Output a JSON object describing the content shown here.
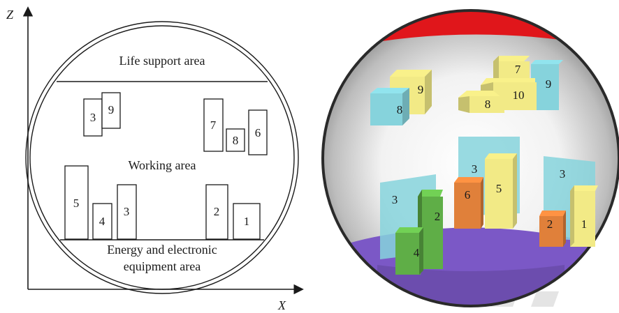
{
  "left_diagram": {
    "axis_z_label": "Z",
    "axis_x_label": "X",
    "areas": {
      "life_support": "Life support area",
      "working": "Working area",
      "energy_line1": "Energy and electronic",
      "energy_line2": "equipment area"
    },
    "boxes": [
      "3",
      "9",
      "7",
      "8",
      "6",
      "5",
      "4",
      "3",
      "2",
      "1"
    ]
  },
  "right_illustration": {
    "colors": {
      "top_cap": "#e0161b",
      "floor": "#7b58c6",
      "yellow": "#f2ea86",
      "cyan": "#86d3dc",
      "green": "#5fae47",
      "orange": "#e0803a"
    },
    "labels": {
      "b9_left": "9",
      "b8_left": "8",
      "b7_top": "7",
      "b10": "10",
      "b8_top": "8",
      "b9_right": "9",
      "panel3_center": "3",
      "b6": "6",
      "b5": "5",
      "panel3_left": "3",
      "b2_green": "2",
      "b4": "4",
      "panel3_right": "3",
      "b2_orange": "2",
      "b1": "1"
    }
  }
}
